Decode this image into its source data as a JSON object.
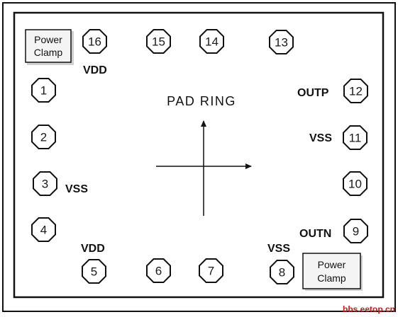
{
  "diagram": {
    "title": "PAD RING",
    "pads": [
      "16",
      "15",
      "14",
      "13",
      "1",
      "2",
      "3",
      "4",
      "12",
      "11",
      "10",
      "9",
      "5",
      "6",
      "7",
      "8"
    ],
    "labels": {
      "vdd_top": "VDD",
      "vss_left": "VSS",
      "outp": "OUTP",
      "vss_right": "VSS",
      "outn": "OUTN",
      "vdd_bottom": "VDD",
      "vss_bottom": "VSS"
    },
    "power_clamp": {
      "line1": "Power",
      "line2": "Clamp"
    },
    "watermark": "bbs.eetop.cn"
  }
}
